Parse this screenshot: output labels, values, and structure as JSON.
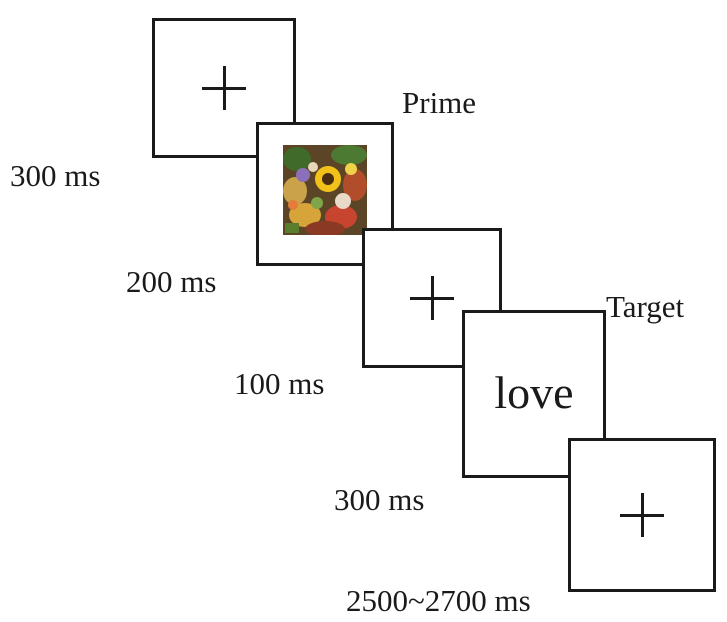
{
  "labels": {
    "prime": "Prime",
    "target": "Target"
  },
  "frames": [
    {
      "content": "fixation-cross",
      "duration": "300 ms"
    },
    {
      "content": "prime-image",
      "duration": "200 ms"
    },
    {
      "content": "fixation-cross",
      "duration": "100 ms"
    },
    {
      "content": "target-word",
      "word": "love",
      "duration": "300 ms"
    },
    {
      "content": "fixation-cross",
      "duration": "2500~2700 ms"
    }
  ],
  "icons": [
    "fixation-cross-icon",
    "flower-bouquet-image"
  ],
  "colors": {
    "stroke": "#1a1a1a",
    "background": "#ffffff",
    "sunflower": "#f2c21b"
  }
}
